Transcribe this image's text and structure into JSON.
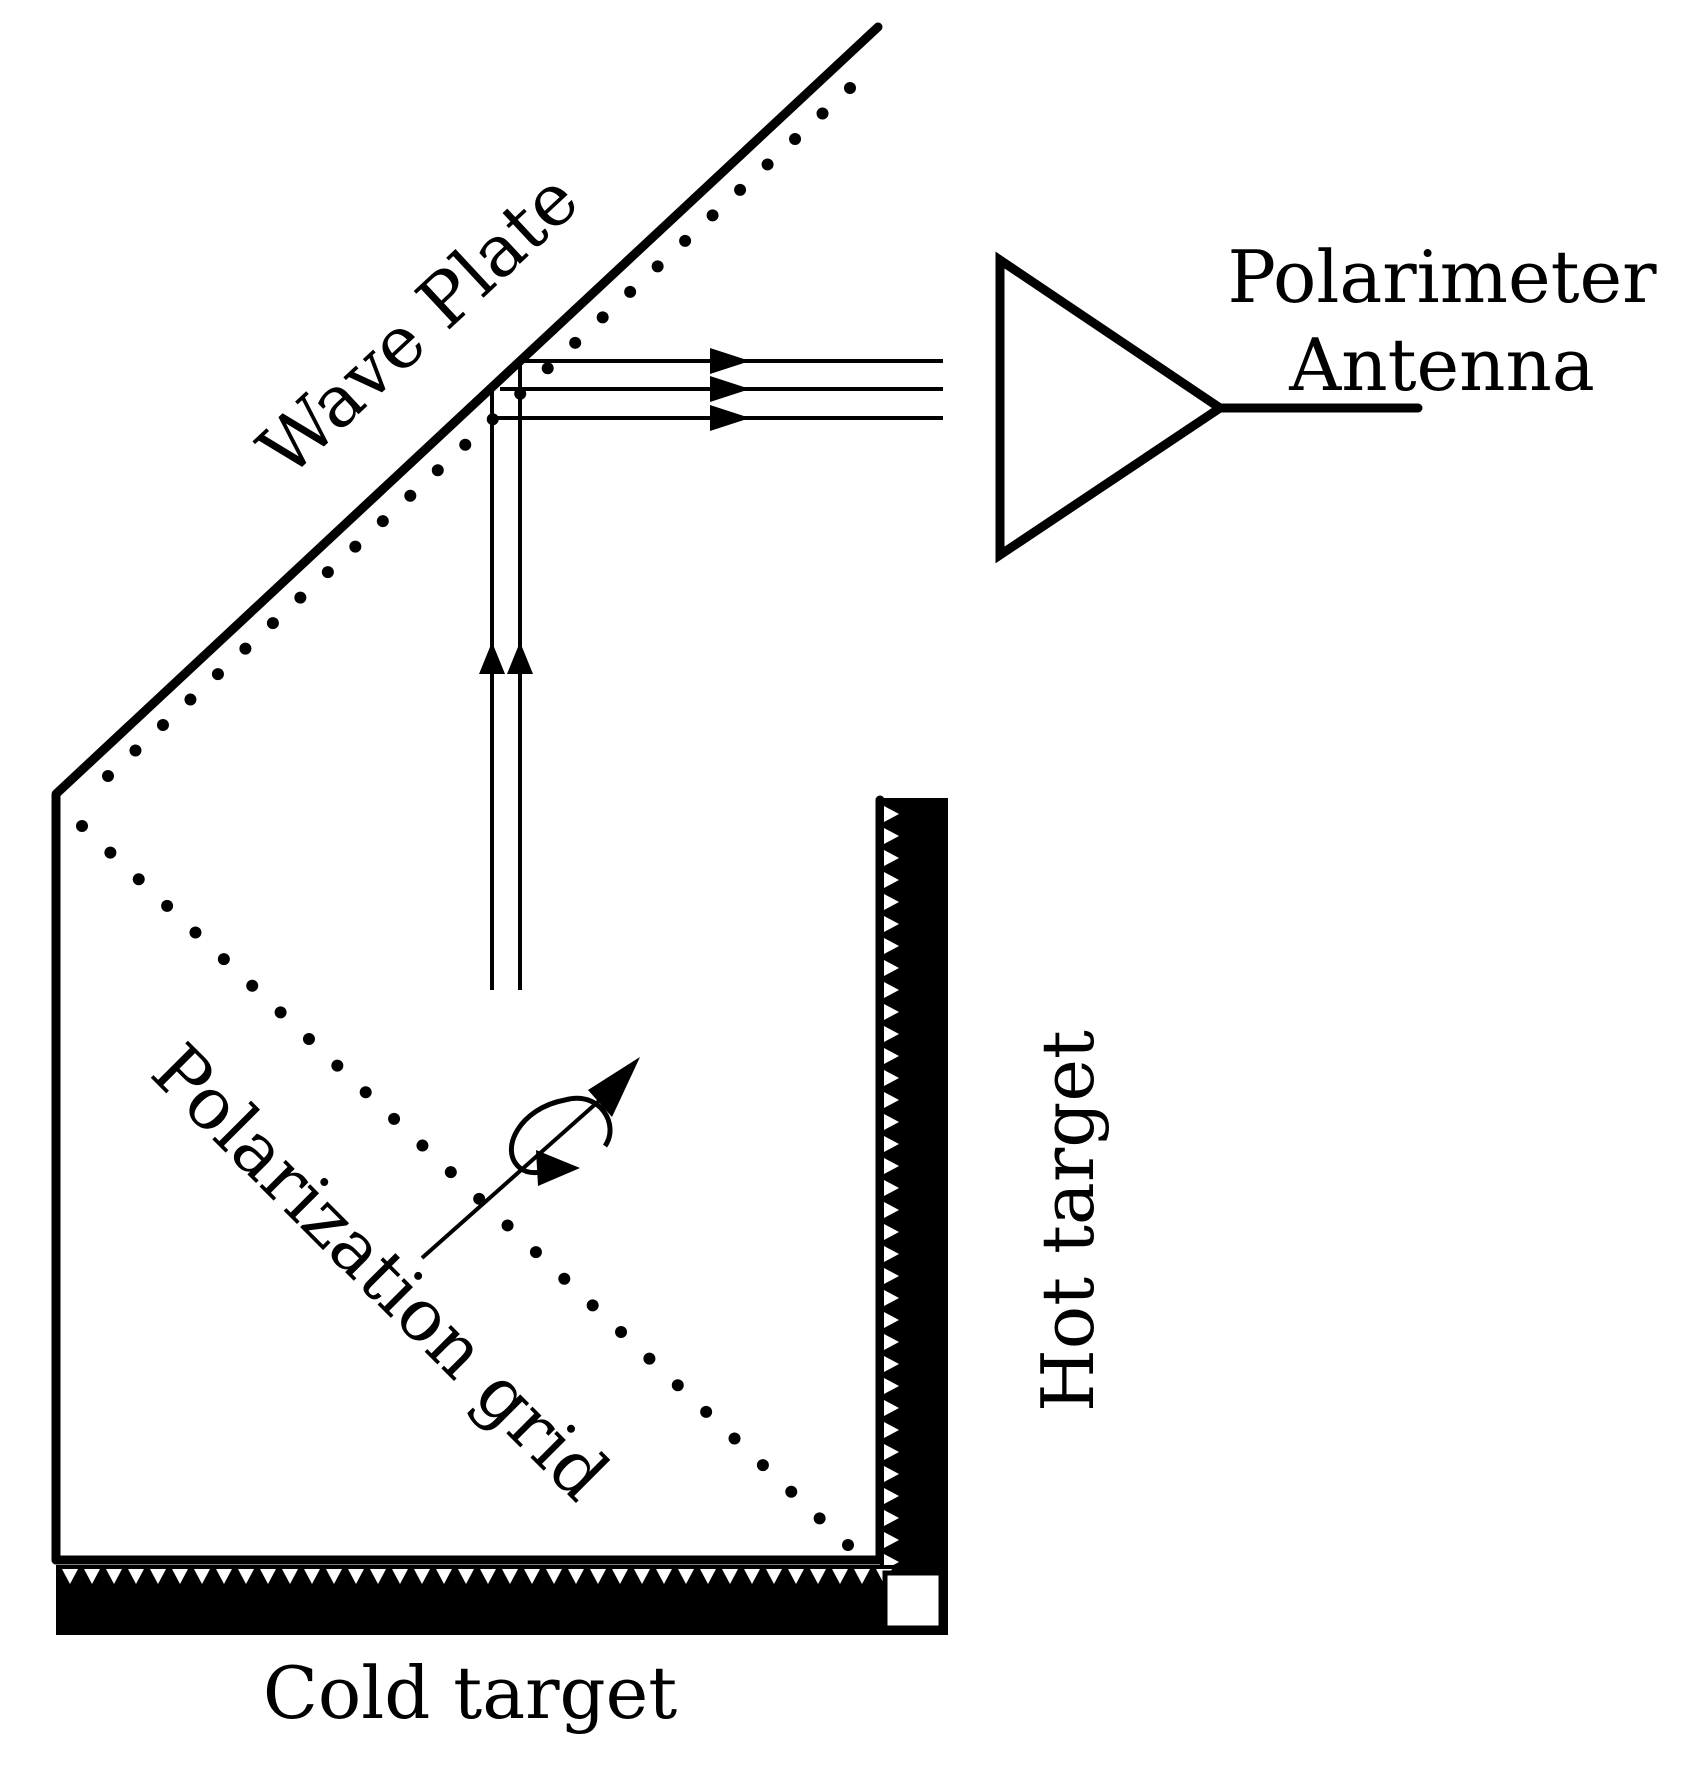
{
  "labels": {
    "wave_plate": "Wave Plate",
    "polarimeter_line1": "Polarimeter",
    "polarimeter_line2": "Antenna",
    "polarization_grid": "Polarization grid",
    "hot_target": "Hot target",
    "cold_target": "Cold target"
  },
  "colors": {
    "ink": "#000000",
    "paper": "#ffffff"
  }
}
